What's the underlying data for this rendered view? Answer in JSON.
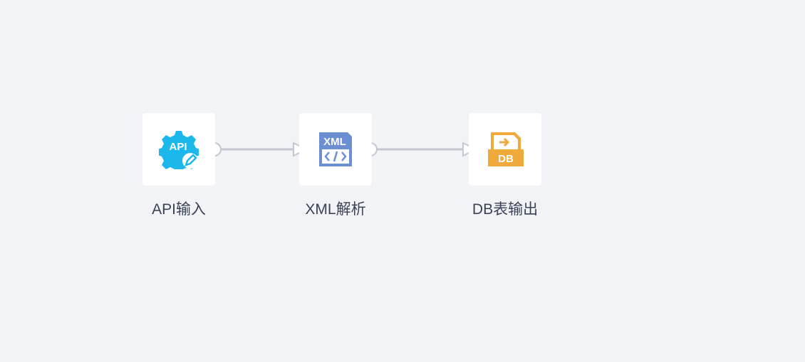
{
  "nodes": [
    {
      "id": "api",
      "label": "API输入",
      "icon": "api-gear-icon",
      "icon_text": "API",
      "color": "#1cb8ec"
    },
    {
      "id": "xml",
      "label": "XML解析",
      "icon": "xml-file-icon",
      "icon_text": "XML",
      "color": "#6b8fd0"
    },
    {
      "id": "db",
      "label": "DB表输出",
      "icon": "db-output-icon",
      "icon_text": "DB",
      "color": "#f0aa3c"
    }
  ],
  "edges": [
    {
      "from": "api",
      "to": "xml"
    },
    {
      "from": "xml",
      "to": "db"
    }
  ]
}
